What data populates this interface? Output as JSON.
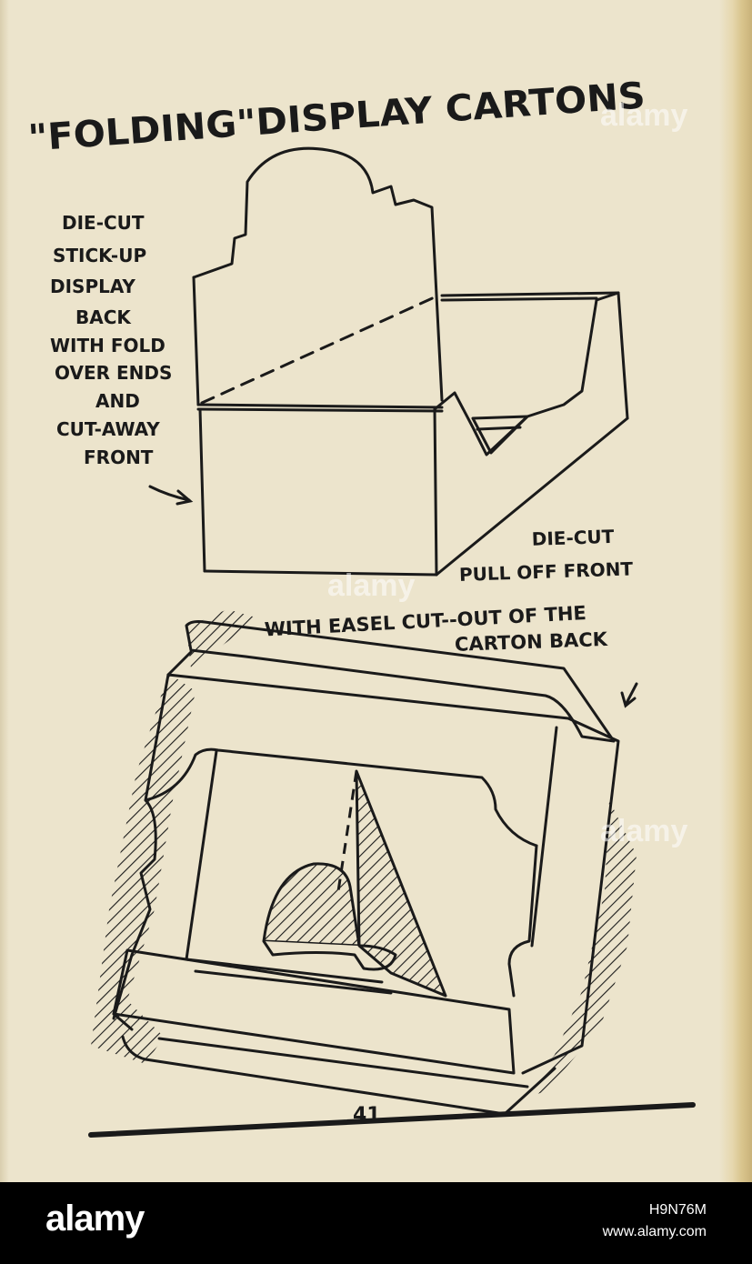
{
  "page": {
    "title": "\"FOLDING\"DISPLAY CARTONS",
    "page_number": "41"
  },
  "labels": {
    "top_left": [
      "DIE-CUT",
      "STICK-UP",
      "DISPLAY",
      "BACK",
      "WITH FOLD",
      "OVER ENDS",
      "AND",
      "CUT-AWAY",
      "FRONT"
    ],
    "pull_off": [
      "DIE-CUT",
      "PULL OFF FRONT"
    ],
    "easel": [
      "WITH EASEL CUT--OUT OF THE",
      "CARTON BACK"
    ]
  },
  "footer": {
    "brand": "alamy",
    "image_id": "H9N76M",
    "site": "www.alamy.com"
  },
  "colors": {
    "paper": "#ece4cc",
    "ink": "#1a1a1a",
    "footer_bg": "#000000"
  }
}
